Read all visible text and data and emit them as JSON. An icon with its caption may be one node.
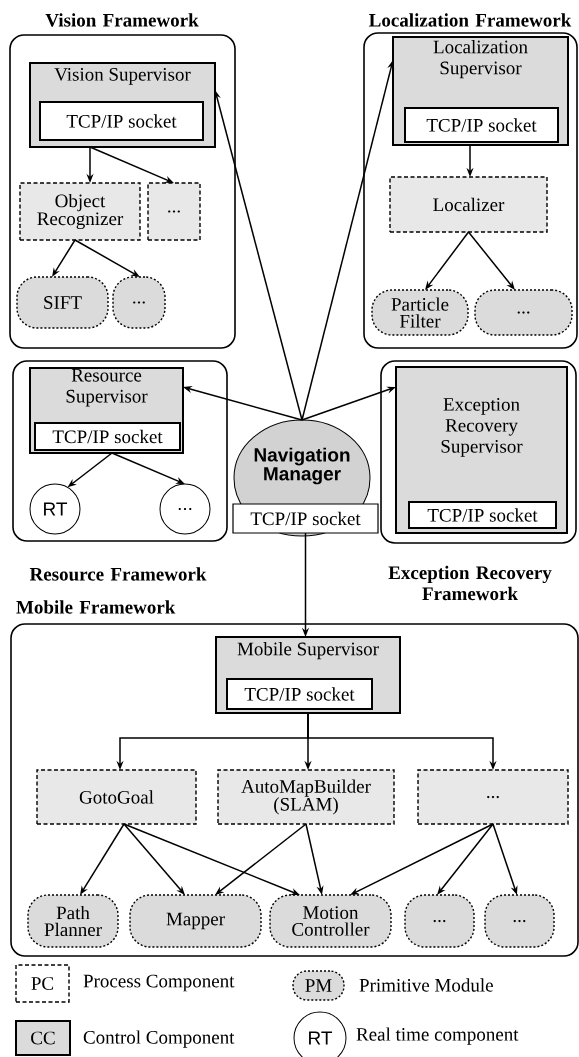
{
  "diagram": {
    "nodes": [
      {
        "text": [
          "Vision Framework"
        ]
      },
      {
        "text": [
          "Vision Supervisor"
        ],
        "in": 0
      },
      {
        "text": [
          "TCP/IP socket"
        ],
        "in": 1
      },
      {
        "text": [
          "Object Recognizer"
        ],
        "in": 0
      },
      {
        "text": [
          "..."
        ],
        "in": 0
      },
      {
        "text": [
          "SIFT"
        ],
        "in": 0
      },
      {
        "text": [
          "..."
        ],
        "in": 0
      },
      {
        "text": [
          "Localization Framework"
        ]
      },
      {
        "text": [
          "Localization Supervisor"
        ],
        "in": 7
      },
      {
        "text": [
          "TCP/IP socket"
        ],
        "in": 8
      },
      {
        "text": [
          "Localizer"
        ],
        "in": 7
      },
      {
        "text": [
          "Particle Filter"
        ],
        "in": 7
      },
      {
        "text": [
          "..."
        ],
        "in": 7
      },
      {
        "text": [
          "Resource Framework"
        ]
      },
      {
        "text": [
          "Resource Supervisor"
        ],
        "in": 13
      },
      {
        "text": [
          "TCP/IP socket"
        ],
        "in": 14
      },
      {
        "text": [
          "RT"
        ],
        "in": 13
      },
      {
        "text": [
          "..."
        ],
        "in": 13
      },
      {
        "text": [
          "Navigation Manager"
        ]
      },
      {
        "text": [
          "TCP/IP socket"
        ],
        "in": 18
      },
      {
        "text": [
          "Exception Recovery Framework"
        ]
      },
      {
        "text": [
          "Exception Recovery Supervisor"
        ],
        "in": 20
      },
      {
        "text": [
          "TCP/IP socket"
        ],
        "in": 21
      },
      {
        "text": [
          "Mobile Framework"
        ]
      },
      {
        "text": [
          "Mobile Supervisor"
        ],
        "in": 23
      },
      {
        "text": [
          "TCP/IP socket"
        ],
        "in": 24
      },
      {
        "text": [
          "GotoGoal"
        ],
        "in": 23
      },
      {
        "text": [
          "AutoMapBuilder (SLAM)"
        ],
        "in": 23
      },
      {
        "text": [
          "..."
        ],
        "in": 23
      },
      {
        "text": [
          "Path Planner"
        ],
        "in": 23
      },
      {
        "text": [
          "Mapper"
        ],
        "in": 23
      },
      {
        "text": [
          "Motion Controller"
        ],
        "in": 23
      },
      {
        "text": [
          "..."
        ],
        "in": 23
      },
      {
        "text": [
          "..."
        ],
        "in": 23
      }
    ],
    "edges": [
      {
        "from": 18,
        "to": 1,
        "arrow": "to"
      },
      {
        "from": 18,
        "to": 8,
        "arrow": "to"
      },
      {
        "from": 18,
        "to": 14,
        "arrow": "to"
      },
      {
        "from": 18,
        "to": 21,
        "arrow": "to"
      },
      {
        "from": 19,
        "to": 24,
        "arrow": "to"
      },
      {
        "from": 1,
        "to": 3,
        "arrow": "to"
      },
      {
        "from": 1,
        "to": 4,
        "arrow": "to"
      },
      {
        "from": 3,
        "to": 5,
        "arrow": "to"
      },
      {
        "from": 3,
        "to": 6,
        "arrow": "to"
      },
      {
        "from": 8,
        "to": 10,
        "arrow": "to"
      },
      {
        "from": 10,
        "to": 11,
        "arrow": "to"
      },
      {
        "from": 10,
        "to": 12,
        "arrow": "to"
      },
      {
        "from": 14,
        "to": 16,
        "arrow": "to"
      },
      {
        "from": 14,
        "to": 17,
        "arrow": "to"
      },
      {
        "from": 24,
        "to": 26,
        "arrow": "to"
      },
      {
        "from": 24,
        "to": 27,
        "arrow": "to"
      },
      {
        "from": 24,
        "to": 28,
        "arrow": "to"
      },
      {
        "from": 26,
        "to": 29,
        "arrow": "to"
      },
      {
        "from": 26,
        "to": 30,
        "arrow": "to"
      },
      {
        "from": 26,
        "to": 31,
        "arrow": "to"
      },
      {
        "from": 27,
        "to": 30,
        "arrow": "to"
      },
      {
        "from": 27,
        "to": 31,
        "arrow": "to"
      },
      {
        "from": 28,
        "to": 31,
        "arrow": "to"
      },
      {
        "from": 28,
        "to": 32,
        "arrow": "to"
      },
      {
        "from": 28,
        "to": 33,
        "arrow": "to"
      }
    ],
    "labels": [
      "PC",
      "PM",
      "CC",
      "RT"
    ],
    "legend": [
      {
        "text": "Process Component"
      },
      {
        "text": "Primitive Module"
      },
      {
        "text": "Control Component"
      },
      {
        "text": "Real time component"
      }
    ]
  }
}
